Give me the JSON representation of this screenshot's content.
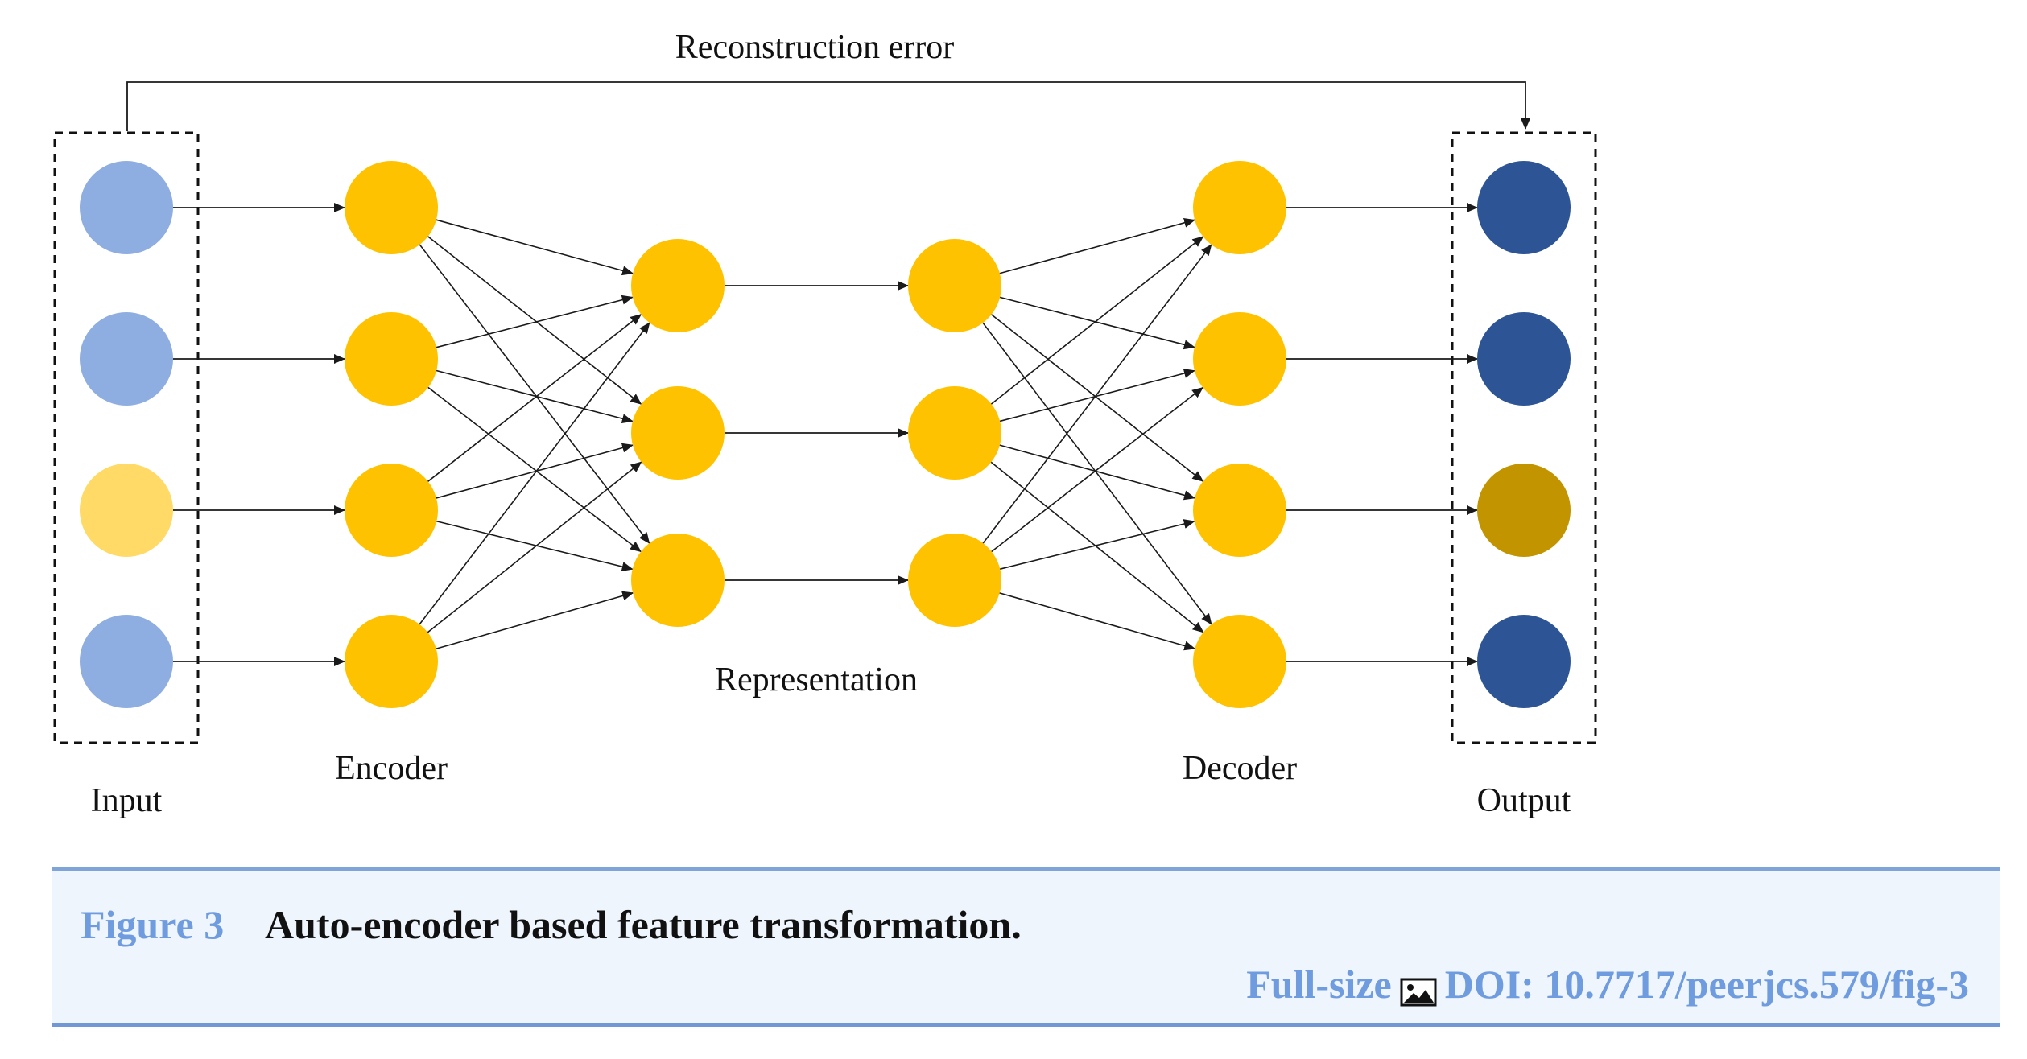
{
  "diagram": {
    "top_label": "Reconstruction error",
    "labels": {
      "input": "Input",
      "encoder": "Encoder",
      "representation": "Representation",
      "decoder": "Decoder",
      "output": "Output"
    },
    "colors": {
      "input_node": "#8eade0",
      "input_node_highlight": "#ffda66",
      "hidden_node": "#ffc200",
      "output_node": "#2d5596",
      "output_node_highlight": "#c29500"
    },
    "layers": [
      {
        "name": "input",
        "nodes": 4
      },
      {
        "name": "encoder",
        "nodes": 4
      },
      {
        "name": "representation-left",
        "nodes": 3
      },
      {
        "name": "representation-right",
        "nodes": 3
      },
      {
        "name": "decoder",
        "nodes": 4
      },
      {
        "name": "output",
        "nodes": 4
      }
    ]
  },
  "caption": {
    "figure_number": "Figure 3",
    "title": "Auto-encoder based feature transformation.",
    "full_size_link": "Full-size",
    "image_icon": "image-icon",
    "doi_link": "DOI: 10.7717/peerjcs.579/fig-3"
  }
}
